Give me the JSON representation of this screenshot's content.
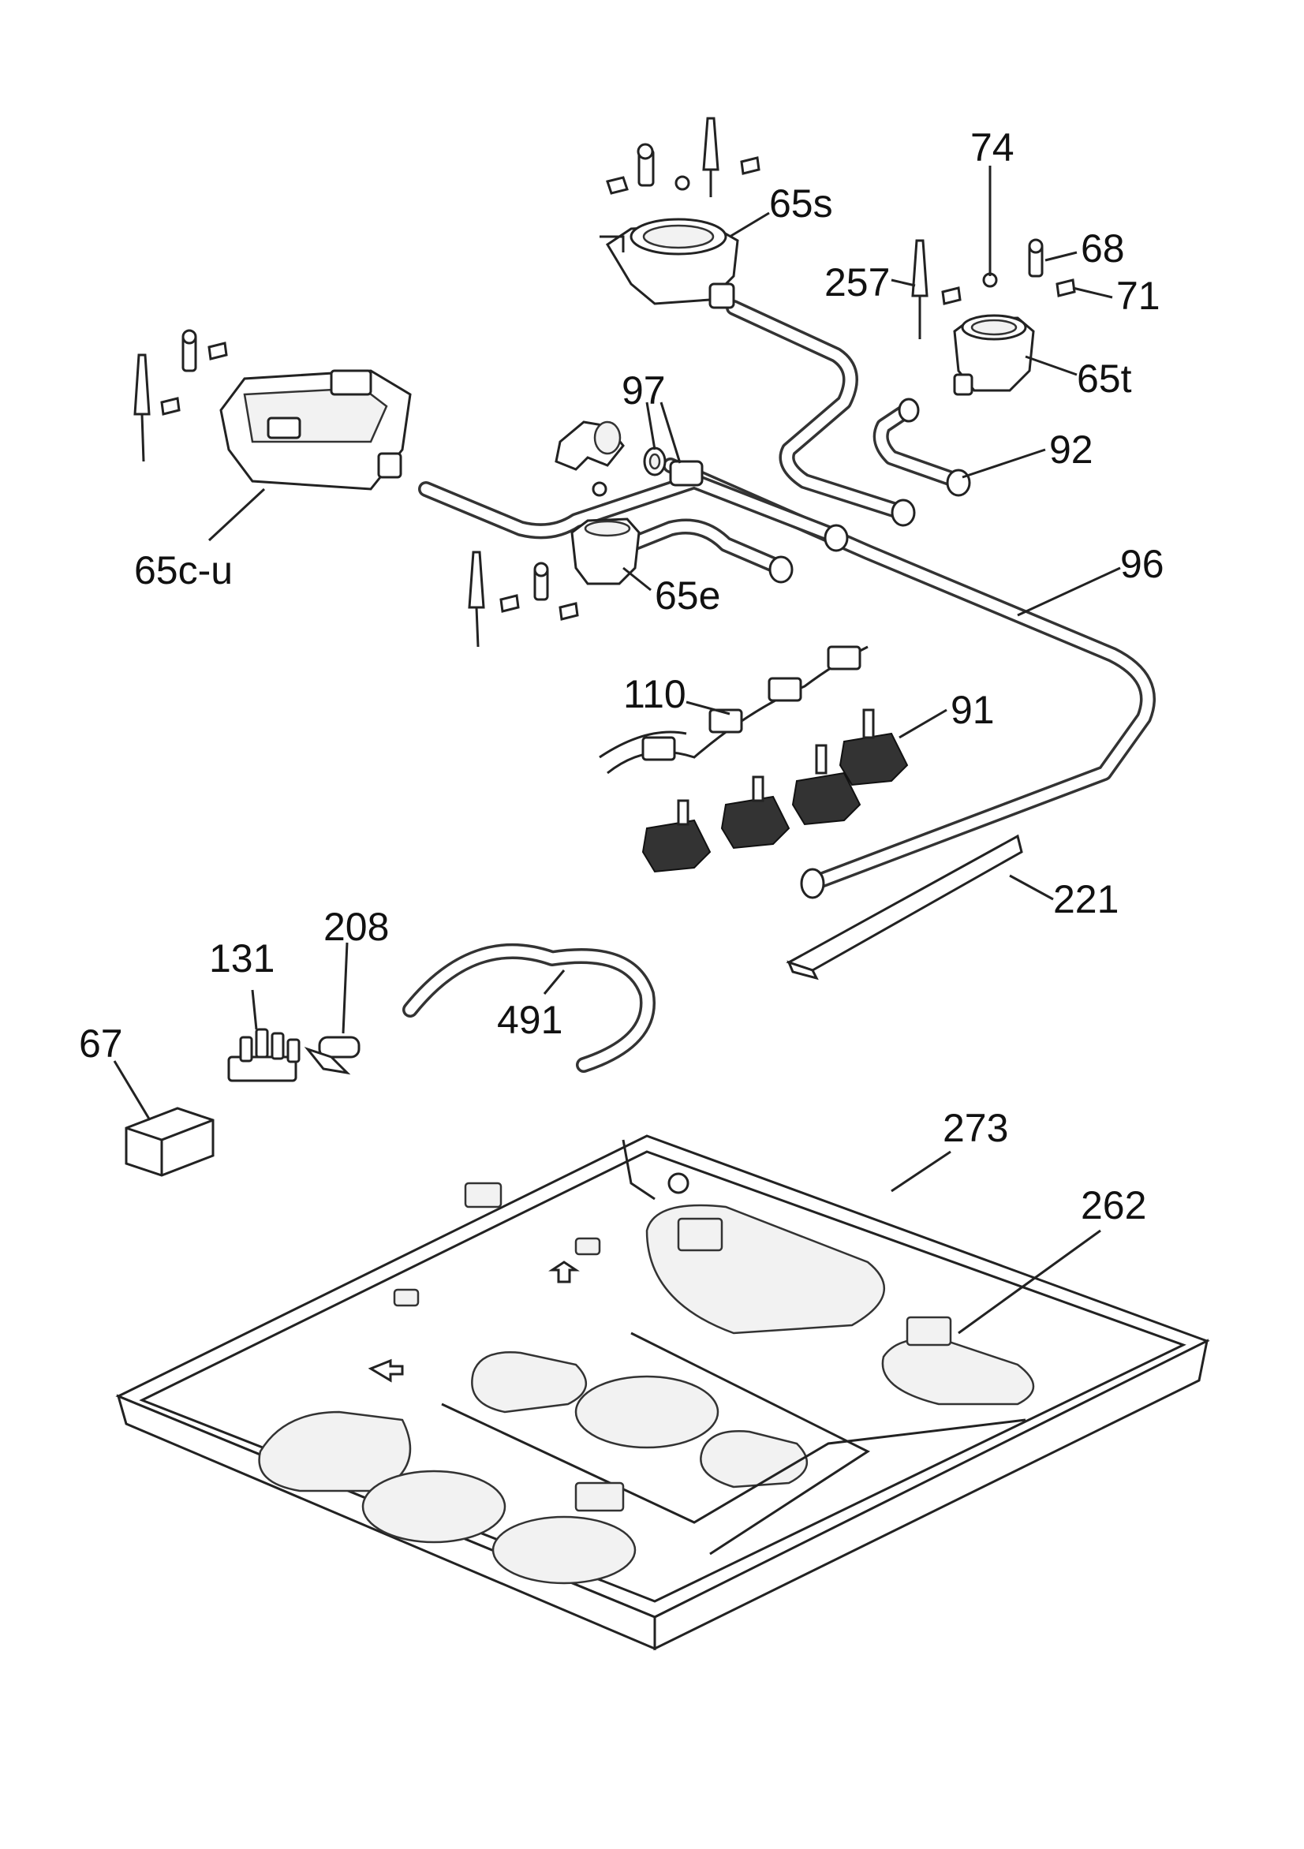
{
  "labels": {
    "l_65s": "65s",
    "l_74": "74",
    "l_68": "68",
    "l_257": "257",
    "l_71": "71",
    "l_65t": "65t",
    "l_97": "97",
    "l_92": "92",
    "l_65cu": "65c-u",
    "l_65e": "65e",
    "l_96": "96",
    "l_110": "110",
    "l_91": "91",
    "l_221": "221",
    "l_208": "208",
    "l_131": "131",
    "l_491": "491",
    "l_67": "67",
    "l_273": "273",
    "l_262": "262"
  }
}
